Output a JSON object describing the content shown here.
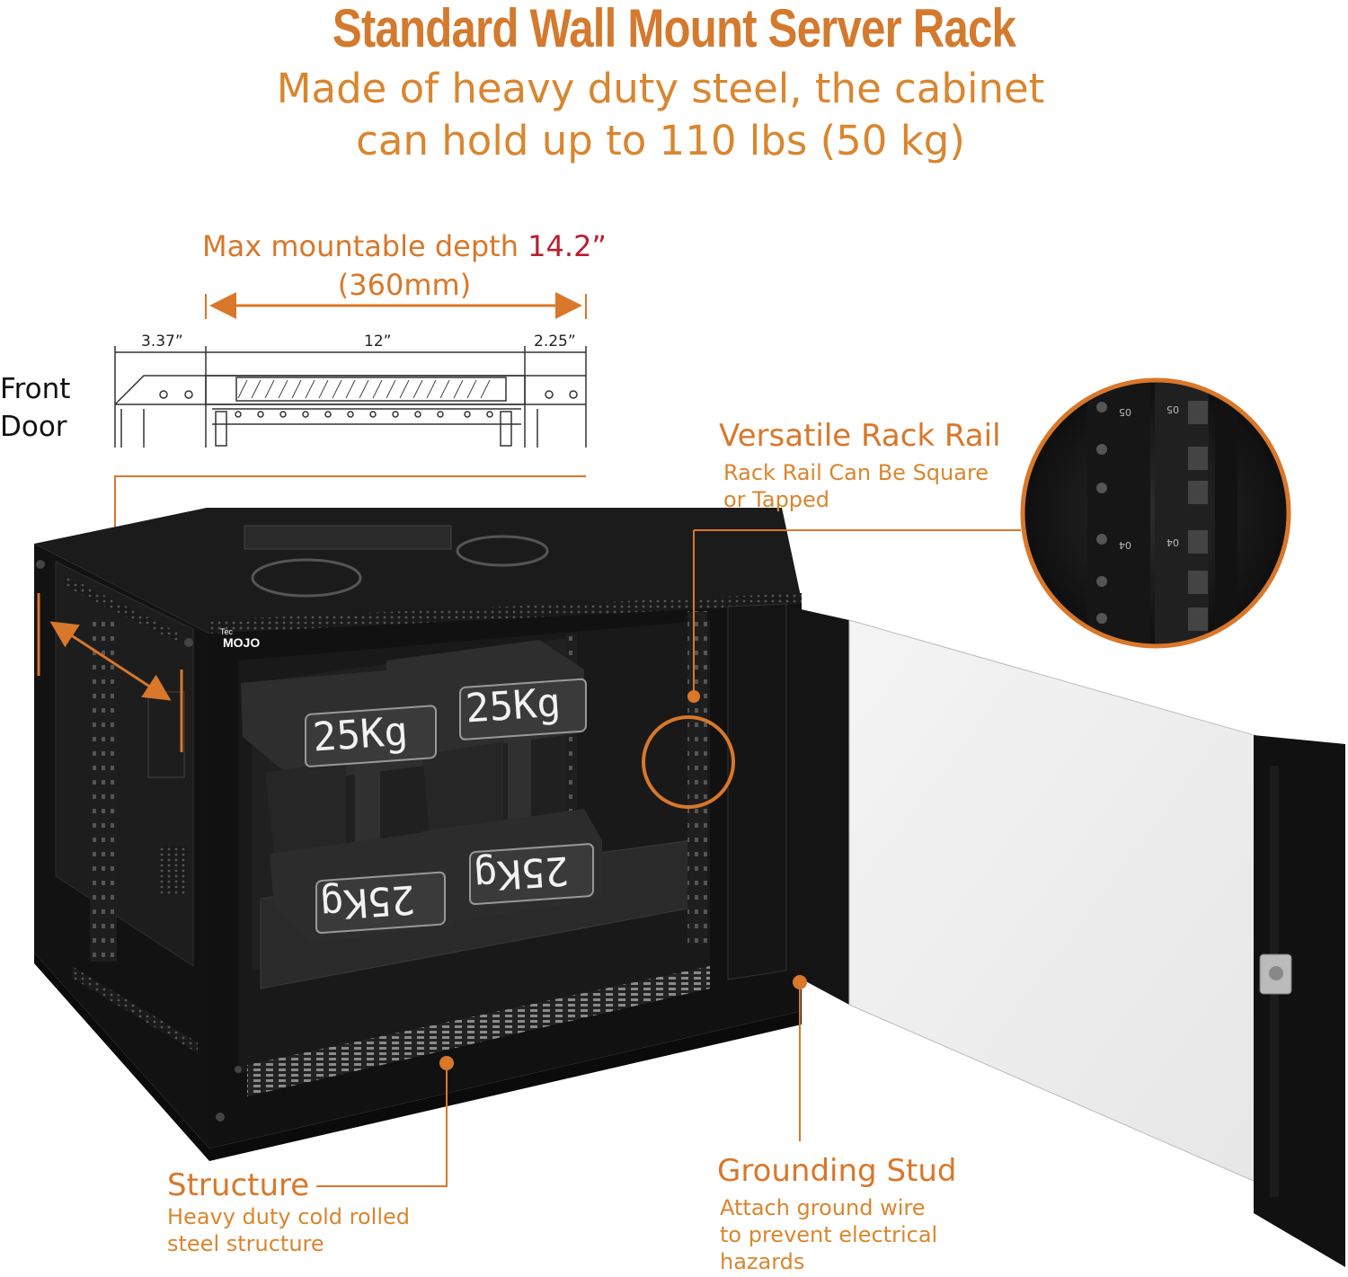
{
  "header": {
    "title": "Standard Wall Mount Server Rack",
    "subtitle_line1": "Made of heavy duty steel, the cabinet",
    "subtitle_line2": "can hold up to 110 lbs (50 kg)"
  },
  "depth": {
    "label_prefix": "Max mountable depth ",
    "label_value": "14.2”",
    "label_metric": "(360mm)",
    "dim_left": "3.37”",
    "dim_middle": "12”",
    "dim_right": "2.25”"
  },
  "front_door": {
    "line1": "Front",
    "line2": "Door"
  },
  "product": {
    "brand": "MOJO",
    "brand_prefix": "Tec",
    "weight_label": "25Kg"
  },
  "callouts": {
    "rack_rail": {
      "title": "Versatile Rack Rail",
      "desc_line1": "Rack Rail Can Be Square",
      "desc_line2": "or Tapped",
      "rail_numbers": [
        "05",
        "04"
      ]
    },
    "structure": {
      "title": "Structure",
      "desc_line1": "Heavy duty cold rolled",
      "desc_line2": "steel structure"
    },
    "grounding": {
      "title": "Grounding Stud",
      "desc_line1": "Attach ground wire",
      "desc_line2": "to prevent electrical",
      "desc_line3": "hazards"
    }
  },
  "colors": {
    "accent": "#d9772a",
    "highlight_red": "#b8202e",
    "rack_black": "#151515"
  }
}
